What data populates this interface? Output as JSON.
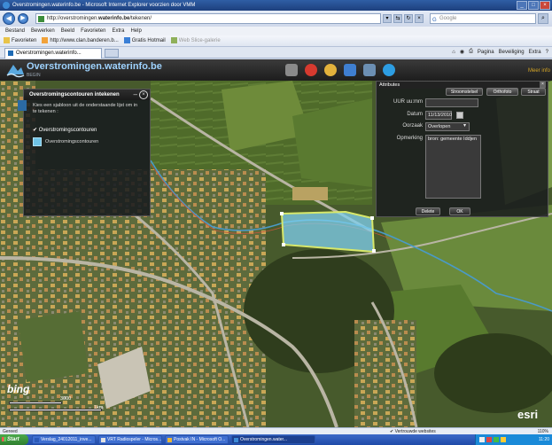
{
  "window": {
    "title": "Overstromingen.waterinfo.be - Microsoft Internet Explorer voorzien door VMM"
  },
  "addressbar": {
    "url_prefix": "http://overstromingen.",
    "url_host": "waterinfo.be",
    "url_suffix": "/tekenen/",
    "search_placeholder": "Google"
  },
  "menubar": [
    "Bestand",
    "Bewerken",
    "Beeld",
    "Favorieten",
    "Extra",
    "Help"
  ],
  "favoritesbar": {
    "favorites_label": "Favorieten",
    "items": [
      "http://www.clan.banderen.b...",
      "Gratis Hotmail",
      "Web Slice-galerie"
    ]
  },
  "tab": {
    "label": "Overstromingen.waterinfo..."
  },
  "commandbar": [
    "Pagina",
    "Beveiliging",
    "Extra"
  ],
  "app": {
    "title": "Overstromingen.waterinfo.be",
    "subtitle": "BEGIN",
    "more_info": "Meer info"
  },
  "left_panel": {
    "title": "Overstromingscontouren intekenen",
    "instruction": "Kies een sjabloon uit de onderstaande lijst om in te tekenen :",
    "layer": "Overstromingscontouren",
    "template": "Overstromingscontouren"
  },
  "attributes": {
    "title": "Attributes",
    "buttons": {
      "stroomstelsel": "Stroomstelsel",
      "orthofoto": "Orthofoto",
      "straat": "Straat"
    },
    "fields": {
      "uur_label": "UUR uu:mm",
      "uur_value": "",
      "datum_label": "Datum",
      "datum_value": "11/13/2010",
      "oorzaak_label": "Oorzaak",
      "oorzaak_value": "Overlopen",
      "opmerking_label": "Opmerking",
      "opmerking_value": "bron: gemeente Iddjen"
    },
    "delete_label": "Delete",
    "ok_label": "OK"
  },
  "map": {
    "provider": "bing",
    "scale_small": "3000",
    "scale_large": "1km",
    "attribution": "esri"
  },
  "statusbar": {
    "left": "Gereed",
    "zone": "Vertrouwde websites",
    "zoom": "110%"
  },
  "taskbar": {
    "start": "Start",
    "tasks": [
      "Verslag_24012011_inve...",
      "VRT Radiospeler - Micros...",
      "Postvak IN - Microsoft O...",
      "Overstromingen.water..."
    ],
    "clock": "11:20"
  }
}
